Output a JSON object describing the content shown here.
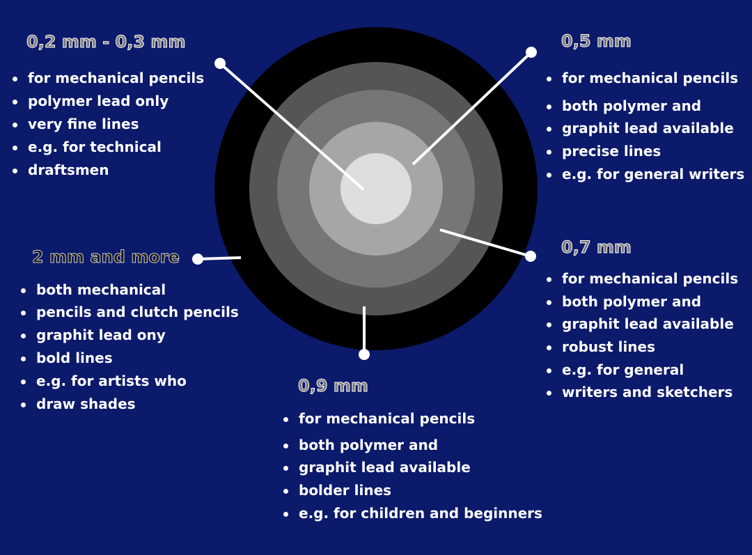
{
  "colors": {
    "background": "#0c1a6b",
    "ring_outer": "#000000",
    "ring_2": "#555555",
    "ring_3": "#767676",
    "ring_4": "#a6a6a6",
    "center": "#dedede",
    "connector": "#ffffff"
  },
  "sections": {
    "s02": {
      "heading": "0,2 mm - 0,3 mm",
      "items": [
        "for mechanical pencils",
        "polymer lead only",
        "very fine lines",
        "e.g. for technical",
        "draftsmen"
      ]
    },
    "s05": {
      "heading": "0,5 mm",
      "items": [
        "for mechanical pencils",
        "both polymer and",
        "graphit lead available",
        "precise lines",
        "e.g. for general writers"
      ]
    },
    "s07": {
      "heading": "0,7 mm",
      "items": [
        "for mechanical pencils",
        "both polymer and",
        "graphit lead available",
        "robust lines",
        "e.g. for general",
        "writers and sketchers"
      ]
    },
    "s09": {
      "heading": "0,9 mm",
      "items": [
        "for mechanical pencils",
        "both polymer and",
        "graphit lead available",
        "bolder lines",
        "e.g. for children and beginners"
      ]
    },
    "s2": {
      "heading": "2 mm and more",
      "items": [
        "both mechanical",
        "pencils and clutch pencils",
        "graphit lead ony",
        "bold lines",
        "e.g. for artists who",
        "draw shades"
      ]
    }
  }
}
